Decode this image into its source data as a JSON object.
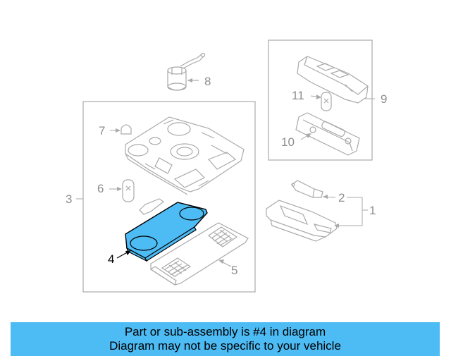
{
  "diagram": {
    "colors": {
      "line": "#a9a9a9",
      "label": "#8e8e8e",
      "highlight_fill": "#4dbbf4",
      "highlight_label": "#000000",
      "caption_bg": "#4dbbf4"
    },
    "callouts": {
      "c1": "1",
      "c2": "2",
      "c3": "3",
      "c4": "4",
      "c5": "5",
      "c6": "6",
      "c7": "7",
      "c8": "8",
      "c9": "9",
      "c10": "10",
      "c11": "11"
    }
  },
  "caption": {
    "line1": "Part or sub-assembly is #4 in diagram",
    "line2": "Diagram may not be specific to your vehicle"
  }
}
